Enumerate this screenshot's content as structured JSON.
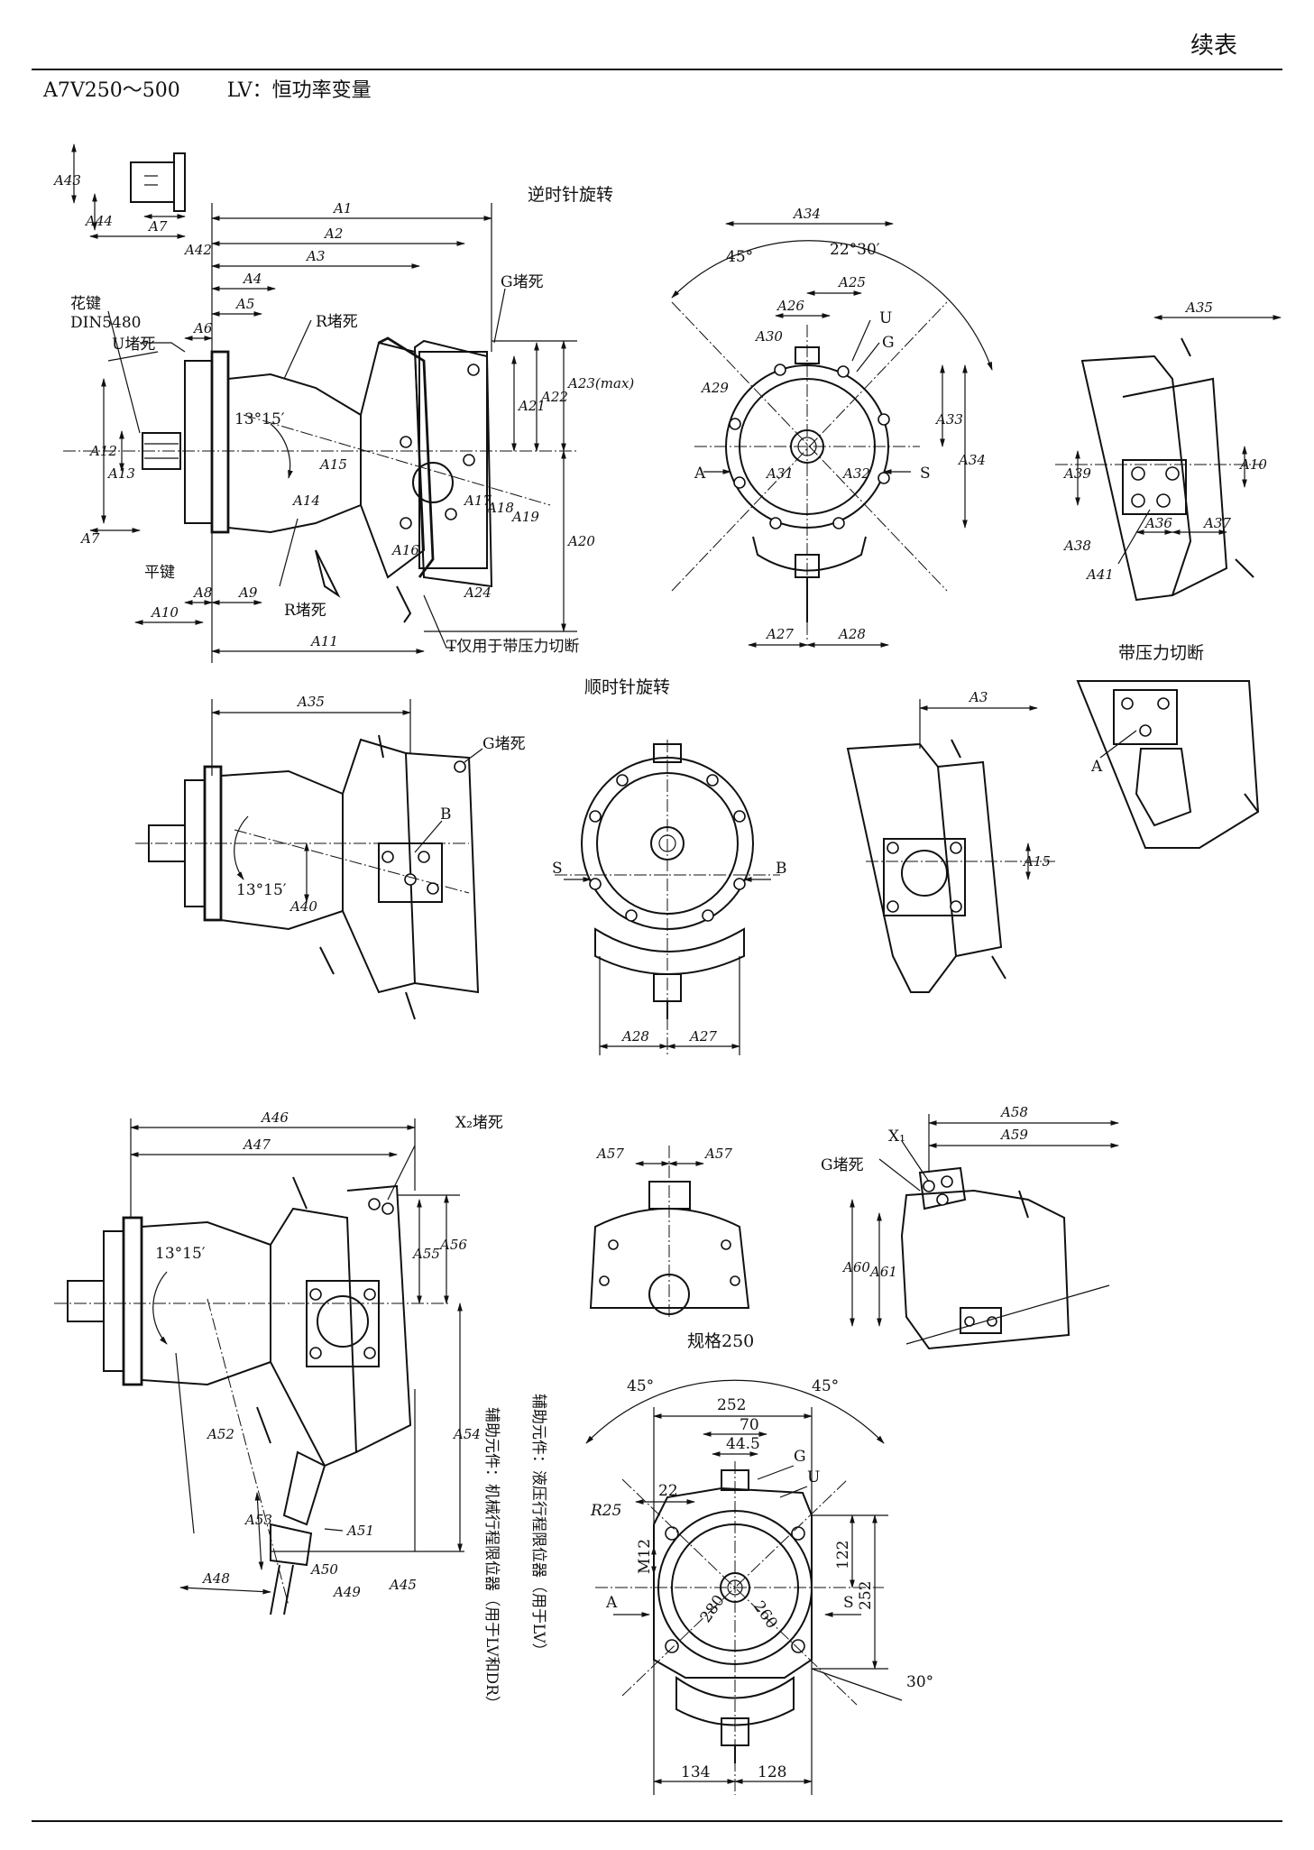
{
  "header": {
    "continued": "续表",
    "model": "A7V250～500",
    "mode": "LV：恒功率变量"
  },
  "captions": {
    "ccw": "逆时针旋转",
    "cw": "顺时针旋转",
    "pressure_cut": "带压力切断",
    "size250": "规格250"
  },
  "callouts": {
    "spline": "花键",
    "din": "DIN5480",
    "u_plug": "U堵死",
    "r_plug": "R堵死",
    "g_plug": "G堵死",
    "flat_key": "平键",
    "t_only": "T仅用于带压力切断",
    "x2_plug": "X₂堵死",
    "x1": "X₁",
    "port_a": "A",
    "port_s": "S",
    "port_b": "B",
    "port_u": "U",
    "port_g": "G",
    "angle_13": "13°15′",
    "angle_45": "45°",
    "angle_22": "22°30′",
    "angle_30": "30°",
    "r25": "R25",
    "m12": "M12"
  },
  "vertical_notes": {
    "mech": "辅助元件：机械行程限位器（用于LV和DR）",
    "hyd": "辅助元件：液压行程限位器（用于LV）"
  },
  "dims": {
    "a1": "A1",
    "a2": "A2",
    "a3": "A3",
    "a4": "A4",
    "a5": "A5",
    "a6": "A6",
    "a7": "A7",
    "a8": "A8",
    "a9": "A9",
    "a10": "A10",
    "a11": "A11",
    "a12": "A12",
    "a13": "A13",
    "a14": "A14",
    "a15": "A15",
    "a16": "A16",
    "a17": "A17",
    "a18": "A18",
    "a19": "A19",
    "a20": "A20",
    "a21": "A21",
    "a22": "A22",
    "a23": "A23(max)",
    "a24": "A24",
    "a25": "A25",
    "a26": "A26",
    "a27": "A27",
    "a28": "A28",
    "a29": "A29",
    "a30": "A30",
    "a31": "A31",
    "a32": "A32",
    "a33": "A33",
    "a34": "A34",
    "a35": "A35",
    "a36": "A36",
    "a37": "A37",
    "a38": "A38",
    "a39": "A39",
    "a40": "A40",
    "a41": "A41",
    "a42": "A42",
    "a43": "A43",
    "a44": "A44",
    "a45": "A45",
    "a46": "A46",
    "a47": "A47",
    "a48": "A48",
    "a49": "A49",
    "a50": "A50",
    "a51": "A51",
    "a52": "A52",
    "a53": "A53",
    "a54": "A54",
    "a55": "A55",
    "a56": "A56",
    "a57": "A57",
    "a58": "A58",
    "a59": "A59",
    "a60": "A60",
    "a61": "A61"
  },
  "size250_dims": {
    "d252": "252",
    "d70": "70",
    "d44_5": "44.5",
    "d22": "22",
    "d122": "122",
    "d252v": "252",
    "d280": "280",
    "d260": "260",
    "d134": "134",
    "d128": "128"
  }
}
